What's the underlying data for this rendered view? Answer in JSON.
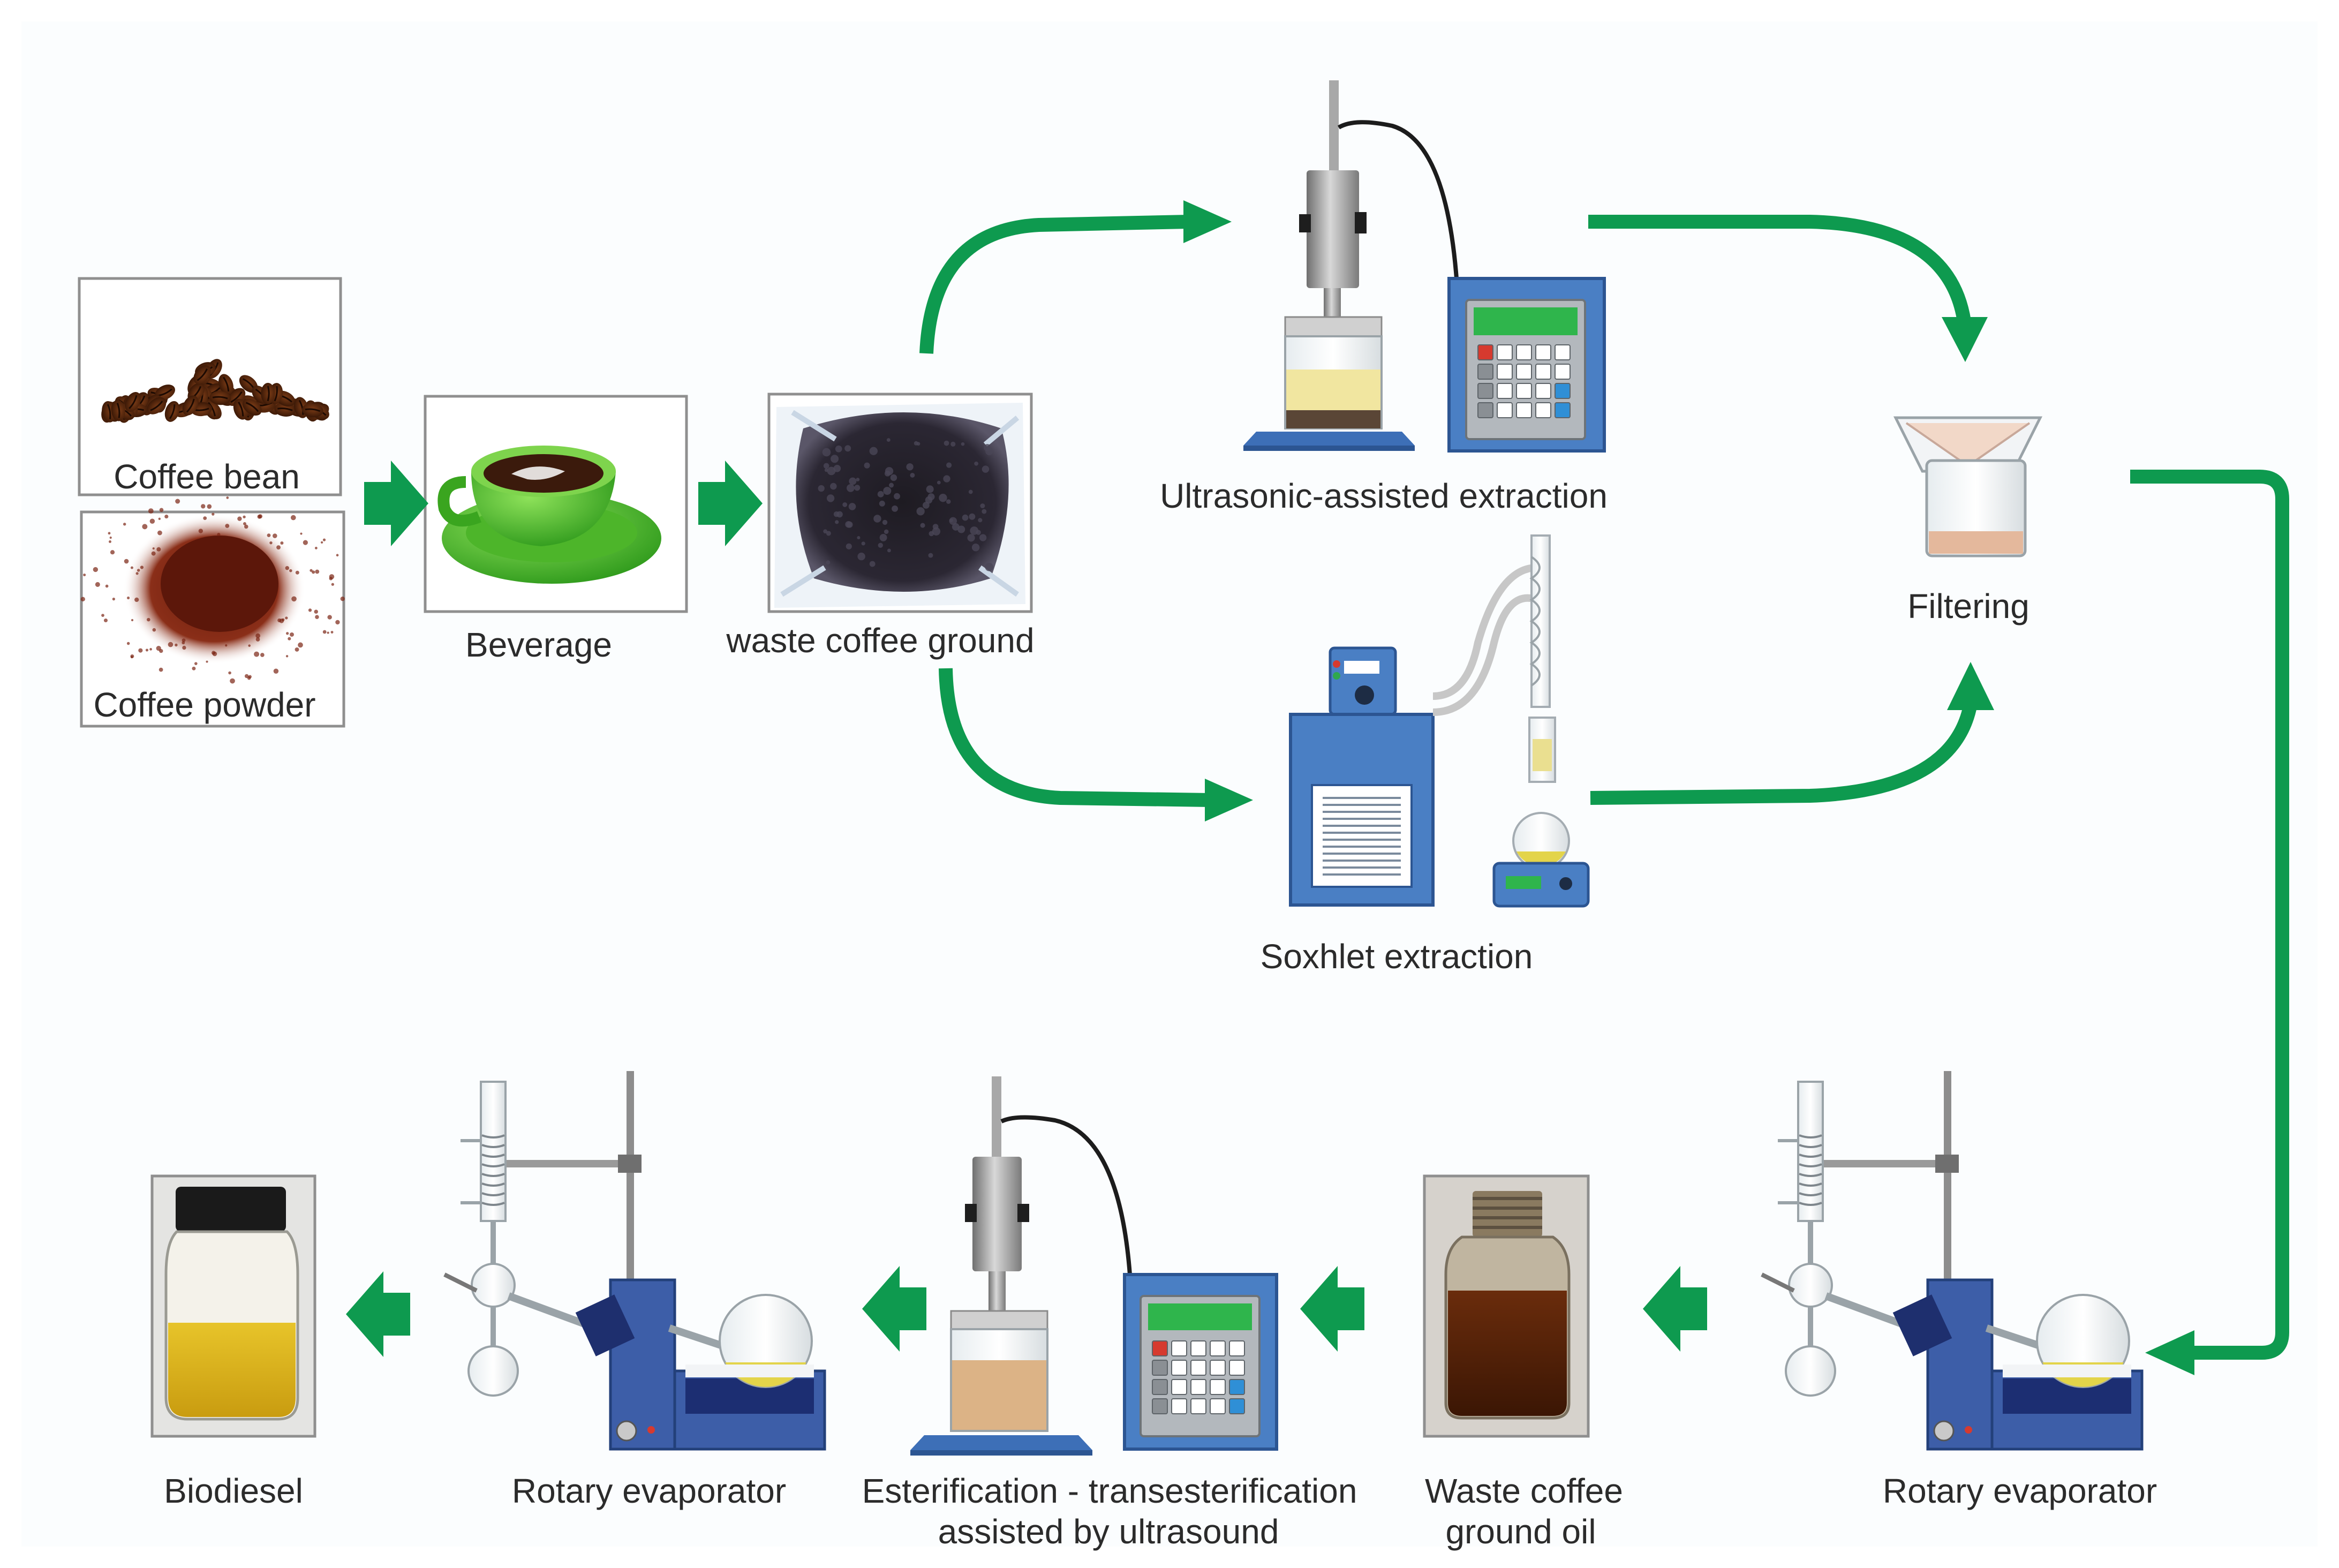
{
  "colors": {
    "flow_arrow": "#0e9a4f",
    "device_blue": "#3d6fb7",
    "device_body": "#4a7fc4",
    "steel": "#9a9a9a",
    "oil_dark": "#5a2a10",
    "biodiesel": "#d9b21c",
    "background": "#fbfdfe"
  },
  "icons": {
    "coffee_bean": "coffee-bean-photo",
    "coffee_powder": "coffee-powder-photo",
    "beverage": "coffee-cup-icon",
    "waste": "waste-coffee-filter-photo",
    "ultrasonic": "ultrasonic-probe-icon",
    "soxhlet": "soxhlet-apparatus-icon",
    "filter": "filter-beaker-icon",
    "rotary": "rotary-evaporator-icon",
    "oil": "oil-bottle-photo",
    "biodiesel": "biodiesel-jar-photo"
  },
  "nodes": {
    "coffee_bean": "Coffee bean",
    "coffee_powder": "Coffee powder",
    "beverage": "Beverage",
    "waste": "waste coffee ground",
    "ultrasonic": "Ultrasonic-assisted extraction",
    "soxhlet": "Soxhlet extraction",
    "filtering": "Filtering",
    "rotary_right": "Rotary evaporator",
    "oil_line1": "Waste coffee",
    "oil_line2": "ground oil",
    "ester_line1": "Esterification - transesterification",
    "ester_line2": "assisted by ultrasound",
    "rotary_left": "Rotary evaporator",
    "biodiesel": "Biodiesel"
  }
}
